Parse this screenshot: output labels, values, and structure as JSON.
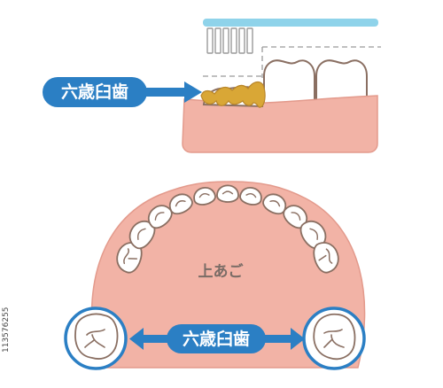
{
  "side_view": {
    "callout_label": "六歳臼歯"
  },
  "palate_view": {
    "palate_label": "上あご",
    "callout_label": "六歳臼歯"
  },
  "stock_id": "113576255",
  "colors": {
    "gum": "#f2b3a6",
    "gum_outline": "#e39a8c",
    "tooth": "#ffffff",
    "tooth_outline": "#8a6f62",
    "plaque": "#d9a736",
    "callout_blue": "#2b7fc4",
    "brush_handle": "#8fd3ea",
    "brush_bristle": "#9a9a9a",
    "highlight_ring": "#2b7fc4"
  }
}
